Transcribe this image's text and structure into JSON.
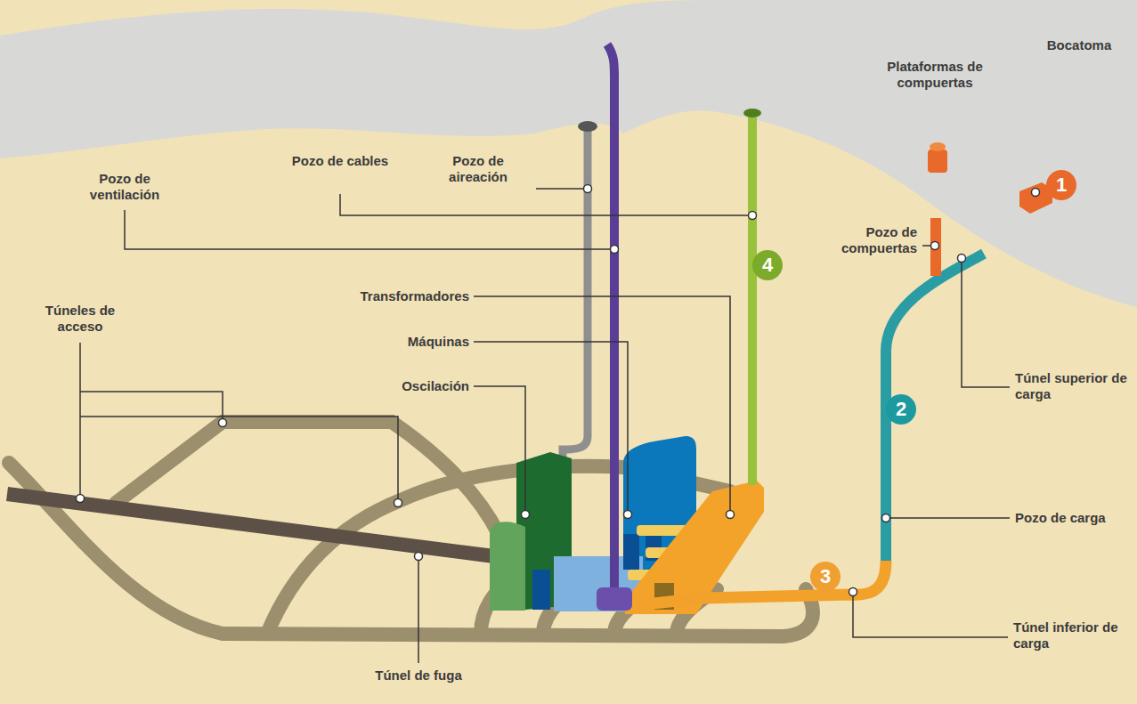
{
  "diagram": {
    "labels": [
      "Plataformas de compuertas",
      "Bocatoma",
      "1",
      "Pozo de cables",
      "Pozo de aireación",
      "Pozo de ventilación",
      "Pozo de compuertas",
      "4",
      "Túnel superior de carga",
      "Túneles de acceso",
      "Transformadores",
      "2",
      "Máquinas",
      "Oscilación",
      "Pozo de carga",
      "3",
      "Túnel inferior de carga",
      "Túnel de fuga"
    ]
  }
}
